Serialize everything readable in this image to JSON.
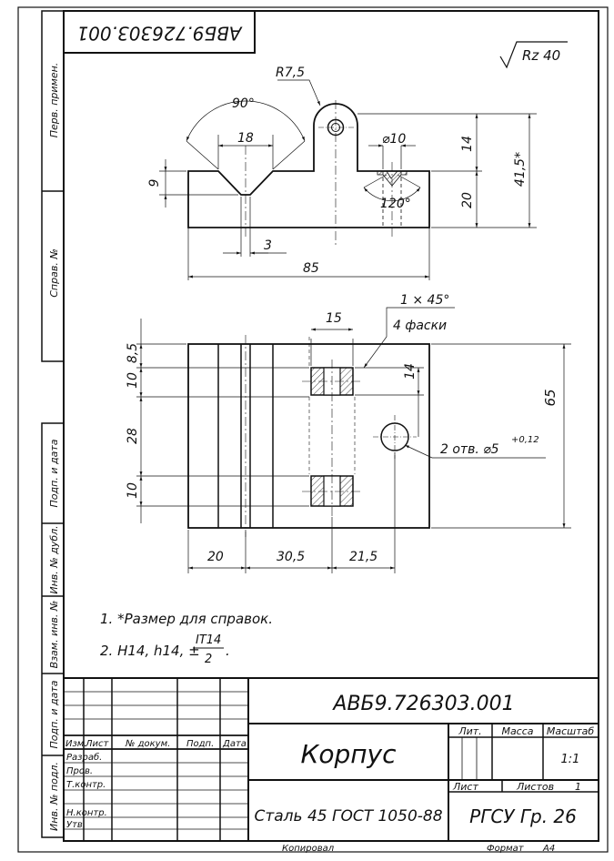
{
  "drawing_code_top": "АВБ9.726303.001",
  "roughness": "Rz 40",
  "side_strip": {
    "first_use": "Перв. примен.",
    "ref_no": "Справ. №",
    "sign_date1": "Подп. и дата",
    "dup_inv": "Инв. № дубл.",
    "replace_inv": "Взам. инв. №",
    "sign_date2": "Подп. и дата",
    "orig_inv": "Инв. № подл."
  },
  "front_view": {
    "radius": "R7,5",
    "angle_v": "90°",
    "width_v": "18",
    "depth_v": "9",
    "slot": "3",
    "length": "85",
    "hole_dia": "⌀10",
    "h14": "14",
    "h20": "20",
    "h_total": "41,5*",
    "angle_cs": "120°"
  },
  "top_view": {
    "chamfer": "1 × 45°",
    "chamfer_count": "4 фаски",
    "d15": "15",
    "d14": "14",
    "d10_top": "10",
    "d8_5": "8,5",
    "d28": "28",
    "d10_bottom": "10",
    "d65": "65",
    "holes": "2 отв. ⌀5",
    "holes_tol": "+0,12",
    "d20": "20",
    "d30_5": "30,5",
    "d21_5": "21,5"
  },
  "notes": {
    "n1": "1. *Размер для справок.",
    "n2_prefix": "2. H14, h14, ±",
    "n2_num": "IT14",
    "n2_den": "2",
    "n2_suffix": "."
  },
  "title_block": {
    "code": "АВБ9.726303.001",
    "name": "Корпус",
    "material": "Сталь 45 ГОСТ 1050-88",
    "org": "РГСУ Гр. 26",
    "lit": "Лит.",
    "mass": "Масса",
    "scale_label": "Масштаб",
    "scale": "1:1",
    "sheet": "Лист",
    "sheets": "Листов",
    "sheets_count": "1",
    "col_izm": "Изм.",
    "col_list": "Лист",
    "col_doc": "№ докум.",
    "col_sign": "Подп.",
    "col_date": "Дата",
    "razrab": "Разраб.",
    "prov": "Пров.",
    "tkontr": "Т.контр.",
    "nkontr": "Н.контр.",
    "utv": "Утв."
  },
  "footer": {
    "copied": "Копировал",
    "format_label": "Формат",
    "format": "А4"
  }
}
